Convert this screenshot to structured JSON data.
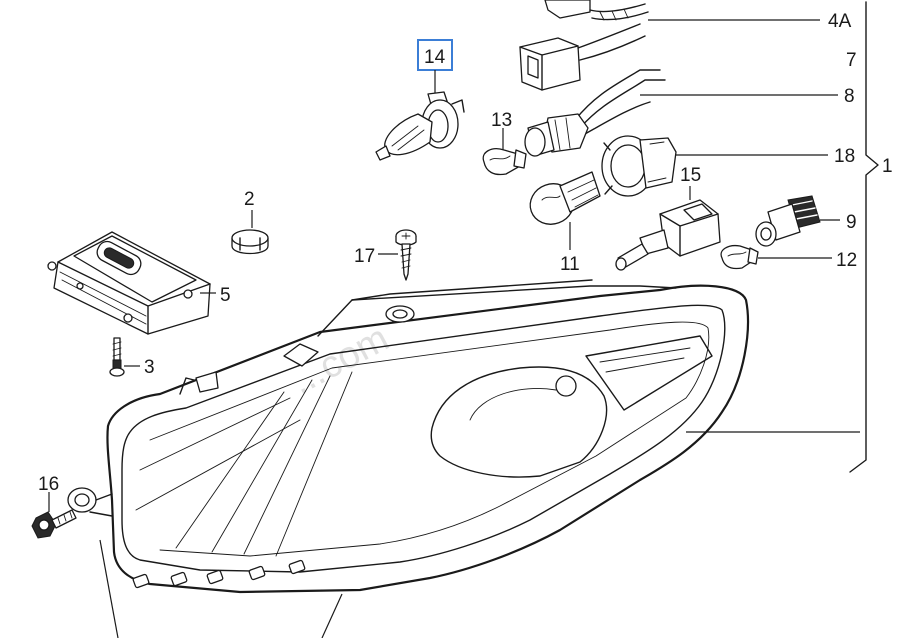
{
  "diagram": {
    "labels": {
      "l4a": "4A",
      "l7": "7",
      "l8": "8",
      "l18": "18",
      "l1": "1",
      "l9": "9",
      "l12": "12",
      "l15": "15",
      "l13": "13",
      "l14": "14",
      "l11": "11",
      "l2": "2",
      "l17": "17",
      "l5": "5",
      "l3": "3",
      "l16": "16"
    },
    "highlight_color": "#3b7ed6",
    "watermark": "...com"
  }
}
